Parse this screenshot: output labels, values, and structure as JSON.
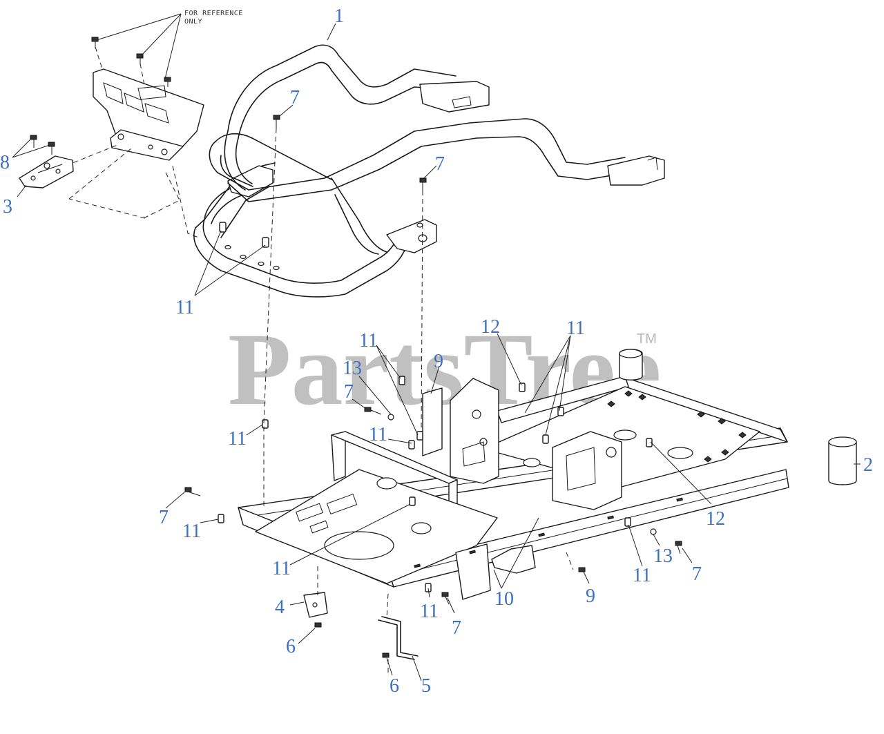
{
  "note": {
    "line1": "FOR REFERENCE",
    "line2": "ONLY"
  },
  "watermark": {
    "text": "PartsTree",
    "tm": "TM"
  },
  "callouts": [
    {
      "id": "c1",
      "label": "1"
    },
    {
      "id": "c2",
      "label": "2"
    },
    {
      "id": "c3",
      "label": "3"
    },
    {
      "id": "c4",
      "label": "4"
    },
    {
      "id": "c5",
      "label": "5"
    },
    {
      "id": "c6a",
      "label": "6"
    },
    {
      "id": "c6b",
      "label": "6"
    },
    {
      "id": "c7a",
      "label": "7"
    },
    {
      "id": "c7b",
      "label": "7"
    },
    {
      "id": "c7c",
      "label": "7"
    },
    {
      "id": "c7d",
      "label": "7"
    },
    {
      "id": "c7e",
      "label": "7"
    },
    {
      "id": "c7f",
      "label": "7"
    },
    {
      "id": "c8",
      "label": "8"
    },
    {
      "id": "c9a",
      "label": "9"
    },
    {
      "id": "c9b",
      "label": "9"
    },
    {
      "id": "c10",
      "label": "10"
    },
    {
      "id": "c11a",
      "label": "11"
    },
    {
      "id": "c11b",
      "label": "11"
    },
    {
      "id": "c11c",
      "label": "11"
    },
    {
      "id": "c11d",
      "label": "11"
    },
    {
      "id": "c11e",
      "label": "11"
    },
    {
      "id": "c11f",
      "label": "11"
    },
    {
      "id": "c11g",
      "label": "11"
    },
    {
      "id": "c11h",
      "label": "11"
    },
    {
      "id": "c11i",
      "label": "11"
    },
    {
      "id": "c12a",
      "label": "12"
    },
    {
      "id": "c12b",
      "label": "12"
    },
    {
      "id": "c13a",
      "label": "13"
    },
    {
      "id": "c13b",
      "label": "13"
    }
  ],
  "colors": {
    "callout": "#3a6fc4",
    "line": "#1a1a1a",
    "watermark": "#8e8e8e"
  }
}
